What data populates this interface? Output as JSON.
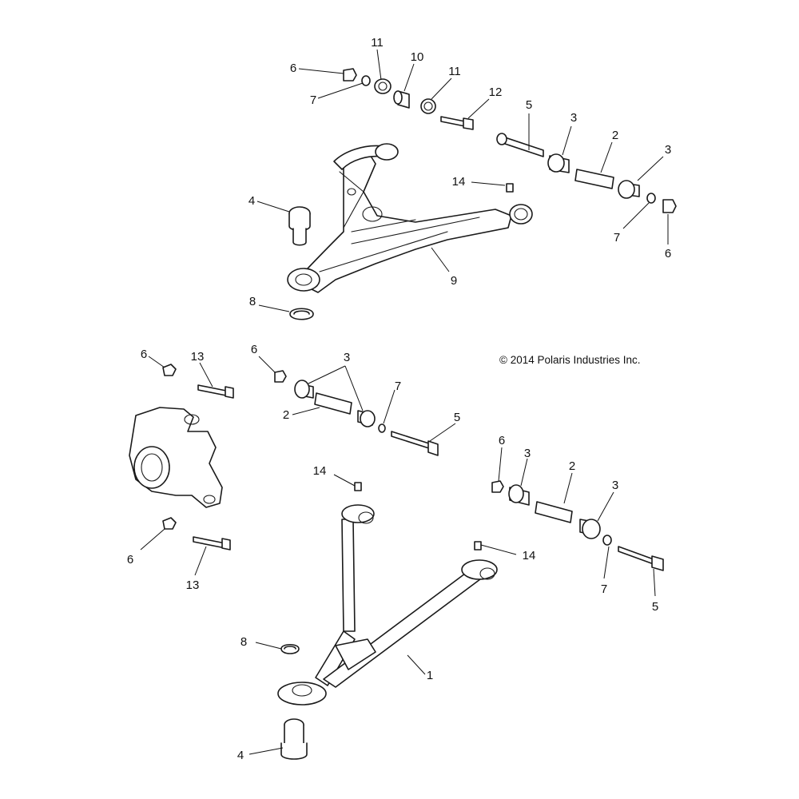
{
  "copyright": "© 2014 Polaris Industries Inc.",
  "callouts": {
    "c11a": "11",
    "c10": "10",
    "c11b": "11",
    "c6a": "6",
    "c7a": "7",
    "c12": "12",
    "c5a": "5",
    "c3a": "3",
    "c2a": "2",
    "c3b": "3",
    "c14a": "14",
    "c4a": "4",
    "c7b": "7",
    "c6b": "6",
    "c9": "9",
    "c8a": "8",
    "c6c": "6",
    "c13a": "13",
    "c6d": "6",
    "c3c": "3",
    "c2b": "2",
    "c7c": "7",
    "c5b": "5",
    "c6e": "6",
    "c3d": "3",
    "c2c": "2",
    "c3e": "3",
    "c14b": "14",
    "c14c": "14",
    "c6f": "6",
    "c13b": "13",
    "c7d": "7",
    "c5c": "5",
    "c8b": "8",
    "c1": "1",
    "c4b": "4"
  }
}
